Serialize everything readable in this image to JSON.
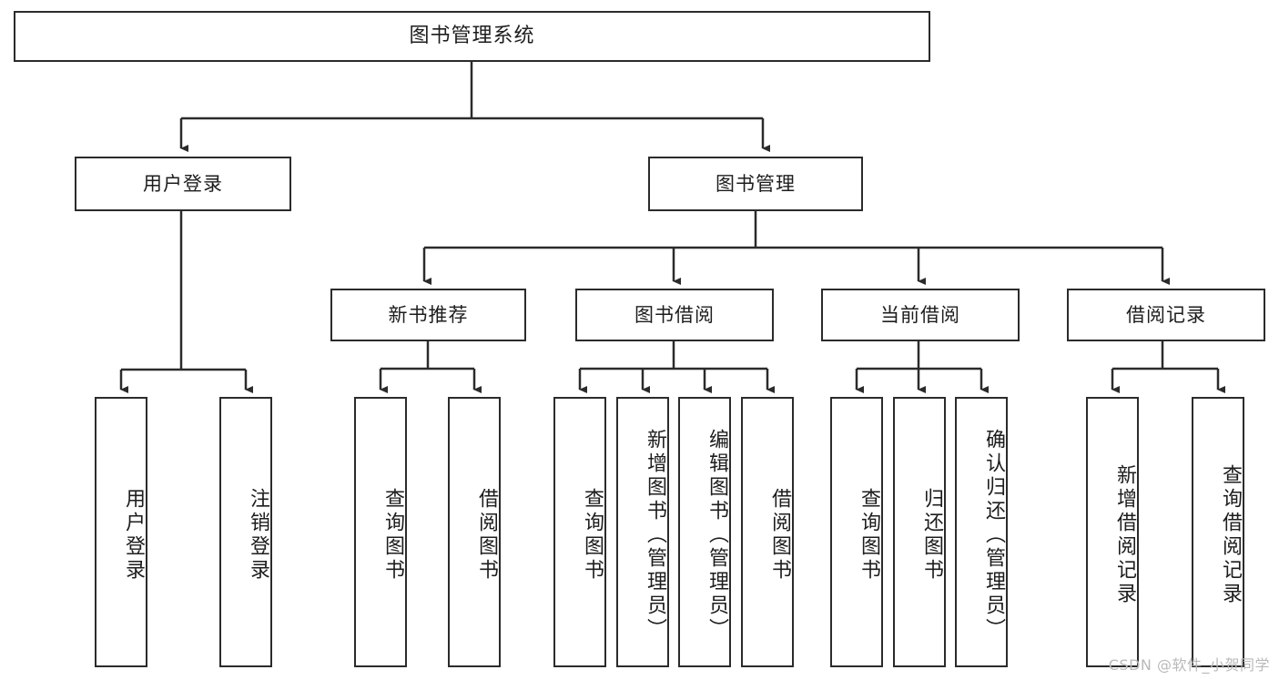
{
  "diagram": {
    "type": "org-tree",
    "title": "图书管理系统",
    "root": {
      "label": "图书管理系统"
    },
    "level2": [
      {
        "label": "用户登录"
      },
      {
        "label": "图书管理"
      }
    ],
    "level3": [
      {
        "label": "新书推荐"
      },
      {
        "label": "图书借阅"
      },
      {
        "label": "当前借阅"
      },
      {
        "label": "借阅记录"
      }
    ],
    "leaves": {
      "user_login": [
        {
          "label": "用户登录"
        },
        {
          "label": "注销登录"
        }
      ],
      "new_book_recommend": [
        {
          "label": "查询图书"
        },
        {
          "label": "借阅图书"
        }
      ],
      "book_borrow": [
        {
          "label": "查询图书"
        },
        {
          "label": "新增图书（管理员）"
        },
        {
          "label": "编辑图书（管理员）"
        },
        {
          "label": "借阅图书"
        }
      ],
      "current_borrow": [
        {
          "label": "查询图书"
        },
        {
          "label": "归还图书"
        },
        {
          "label": "确认归还（管理员）"
        }
      ],
      "borrow_record": [
        {
          "label": "新增借阅记录"
        },
        {
          "label": "查询借阅记录"
        }
      ]
    }
  },
  "watermark": {
    "text": "CSDN @软件_小贺同学"
  },
  "colors": {
    "box_border": "#2b2b2b",
    "box_fill": "#ffffff",
    "text": "#1d1d1d",
    "edge": "#2b2b2b",
    "watermark": "#b9b9b9",
    "background": "#ffffff"
  }
}
